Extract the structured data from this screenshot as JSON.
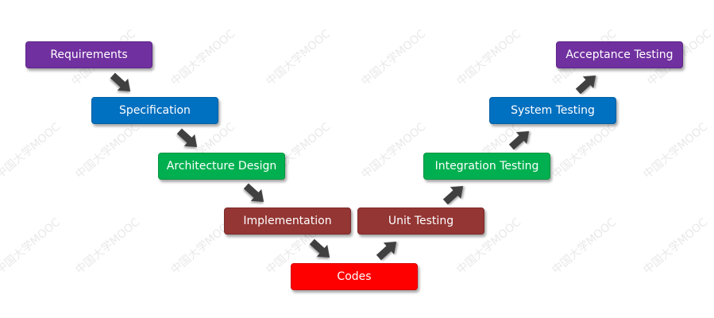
{
  "diagram": {
    "boxes": {
      "requirements": "Requirements",
      "specification": "Specification",
      "architecture_design": "Architecture Design",
      "implementation": "Implementation",
      "codes": "Codes",
      "unit_testing": "Unit Testing",
      "integration_testing": "Integration Testing",
      "system_testing": "System Testing",
      "acceptance_testing": "Acceptance Testing"
    },
    "colors": {
      "requirements_level": "#7030a0",
      "specification_level": "#0070c0",
      "design_level": "#00b050",
      "implementation_level": "#943634",
      "codes_level": "#ff0000",
      "arrow": "#404040"
    }
  },
  "watermark": {
    "text": "中国大学MOOC"
  }
}
